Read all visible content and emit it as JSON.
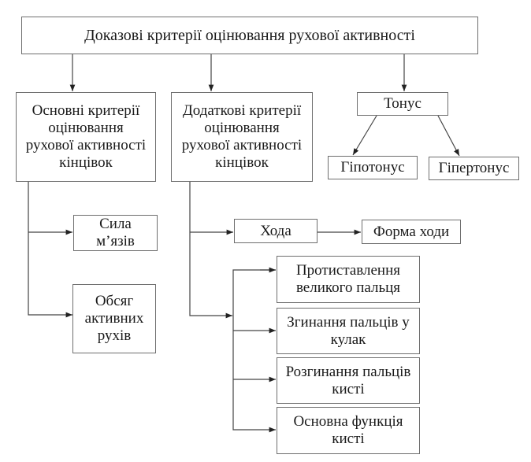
{
  "diagram": {
    "root": "Доказові критерії оцінювання рухової активності",
    "main_criteria": "Основні критерії\nоцінювання\nрухової активності\nкінцівок",
    "additional_criteria": "Додаткові критерії\nоцінювання\nрухової активності\nкінцівок",
    "tone": "Тонус",
    "hypotonus": "Гіпотонус",
    "hypertonus": "Гіпертонус",
    "muscle_strength": "Сила\nм’язів",
    "active_range": "Обсяг\nактивних\nрухів",
    "gait": "Хода",
    "gait_form": "Форма ходи",
    "thumb_opposition": "Протиставлення\nвеликого пальця",
    "finger_flexion": "Згинання пальців у\nкулак",
    "finger_extension": "Розгинання пальців\nкисті",
    "hand_main_function": "Основна функція\nкисті"
  },
  "colors": {
    "line": "#333333",
    "border": "#6e6e6e"
  }
}
